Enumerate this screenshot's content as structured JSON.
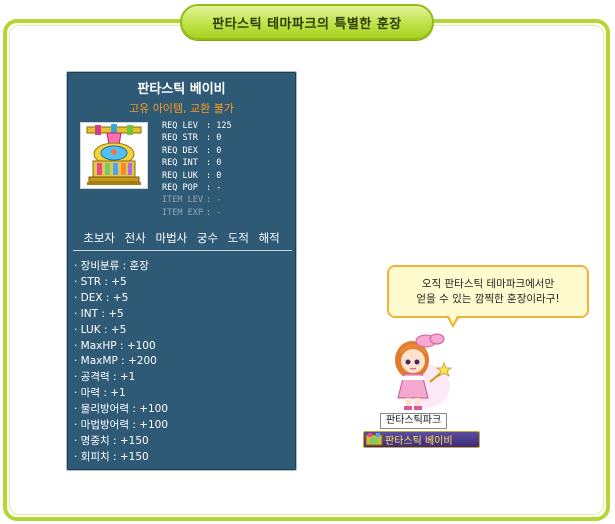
{
  "title": "판타스틱 테마파크의 특별한 훈장",
  "item": {
    "name": "판타스틱 베이비",
    "tag": "고유 아이템, 교환 불가",
    "image_icon": "medal-item-icon",
    "requirements": [
      {
        "key": "REQ LEV",
        "value": ": 125"
      },
      {
        "key": "REQ STR",
        "value": ": 0"
      },
      {
        "key": "REQ DEX",
        "value": ": 0"
      },
      {
        "key": "REQ INT",
        "value": ": 0"
      },
      {
        "key": "REQ LUK",
        "value": ": 0"
      },
      {
        "key": "REQ POP",
        "value": ": -"
      },
      {
        "key": "ITEM LEV",
        "value": ": -"
      },
      {
        "key": "ITEM EXP",
        "value": ": -"
      }
    ],
    "jobs": [
      "초보자",
      "전사",
      "마법사",
      "궁수",
      "도적",
      "해적"
    ],
    "stats": [
      "· 장비분류 : 훈장",
      "· STR : +5",
      "· DEX : +5",
      "· INT : +5",
      "· LUK : +5",
      "· MaxHP : +100",
      "· MaxMP : +200",
      "· 공격력 : +1",
      "· 마력 : +1",
      "· 물리방어력 : +100",
      "· 마법방어력 : +100",
      "· 명중치 : +150",
      "· 회피치 : +150"
    ]
  },
  "bubble": {
    "line1": "오직 판타스틱 테마파크에서만",
    "line2": "얻을 수 있는 깜찍한 훈장이라구!"
  },
  "npc": {
    "name": "판타스틱파크",
    "medal": "판타스틱 베이비"
  },
  "colors": {
    "frame": "#b3d633",
    "card": "#2f5a75",
    "tag": "#ff9a1f",
    "bubble_border": "#f1b33a"
  }
}
